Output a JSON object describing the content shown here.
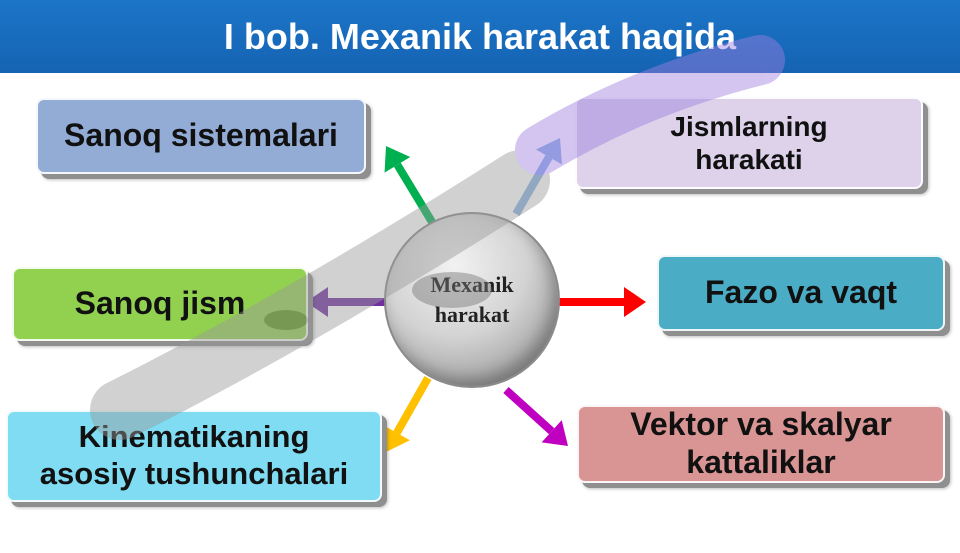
{
  "header": {
    "title": "I bob. Mexanik harakat haqida"
  },
  "center": {
    "label_line1": "Mexanik",
    "label_line2": "harakat"
  },
  "nodes": {
    "sanoq_sistemalari": {
      "label": "Sanoq sistemalari",
      "color": "#92acd6"
    },
    "jismlarning_harakati": {
      "line1": "Jismlarning",
      "line2": "harakati",
      "color": "#ddd2ea"
    },
    "sanoq_jism": {
      "label": "Sanoq jism",
      "color": "#92d050"
    },
    "fazo_va_vaqt": {
      "label": "Fazo va vaqt",
      "color": "#4bacc6"
    },
    "kinematika": {
      "line1": "Kinematikaning",
      "line2": "asosiy tushunchalari",
      "color": "#7fdcf2"
    },
    "vektor_skalyar": {
      "line1": "Vektor va skalyar",
      "line2": "kattaliklar",
      "color": "#d99594"
    }
  },
  "arrow_colors": {
    "to_sanoq_sistemalari": "#00b050",
    "to_jismlarning_harakati": "#8db4e2",
    "to_sanoq_jism": "#7030a0",
    "to_fazo_va_vaqt": "#ff0000",
    "to_kinematika": "#ffc000",
    "to_vektor_skalyar": "#c000c0"
  }
}
